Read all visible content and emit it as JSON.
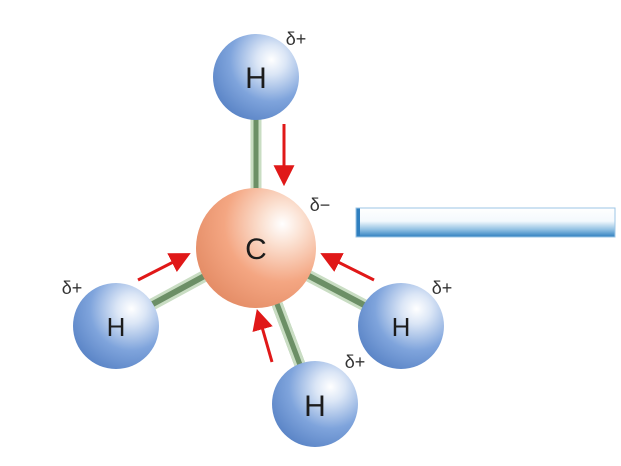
{
  "colors": {
    "carbon": "#f3a07c",
    "hydrogen": "#6f9ad8",
    "bond": "#a9c7a1",
    "arrow": "#e01818",
    "bar": "#3a86c4"
  },
  "atoms": {
    "carbon": "C",
    "hydrogen_top": "H",
    "hydrogen_left": "H",
    "hydrogen_right": "H",
    "hydrogen_bottom": "H"
  },
  "charges": {
    "carbon": "δ−",
    "hydrogen_top": "δ+",
    "hydrogen_left": "δ+",
    "hydrogen_right": "δ+",
    "hydrogen_bottom": "δ+"
  }
}
